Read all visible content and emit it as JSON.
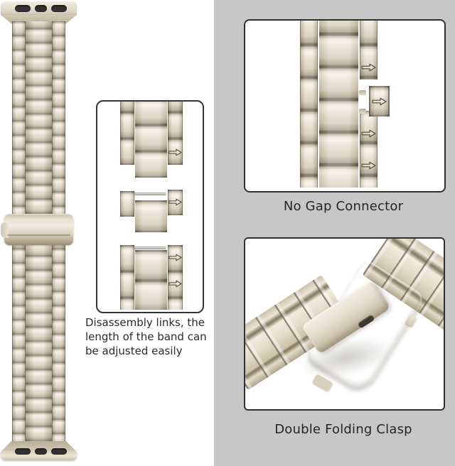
{
  "captions": {
    "disassembly_lines": [
      "Disassembly links, the",
      "length of the band can",
      "be adjusted easily"
    ],
    "no_gap": "No Gap Connector",
    "double_clasp": "Double Folding Clasp"
  },
  "icons": {
    "pull_arrow": "hollow-right-arrow"
  },
  "colors": {
    "canvas_bg": "#ffffff",
    "right_panel_bg": "#c6c7c6",
    "box_border": "#333333",
    "text": "#2b2b2b",
    "band_highlight": "#f3ede0",
    "band_base": "#d8cfbc",
    "band_shadow": "#9c8f75",
    "band_edge": "#5d5546",
    "adapter_slot": "#313133",
    "pin_gray": "#bfbfbd"
  }
}
